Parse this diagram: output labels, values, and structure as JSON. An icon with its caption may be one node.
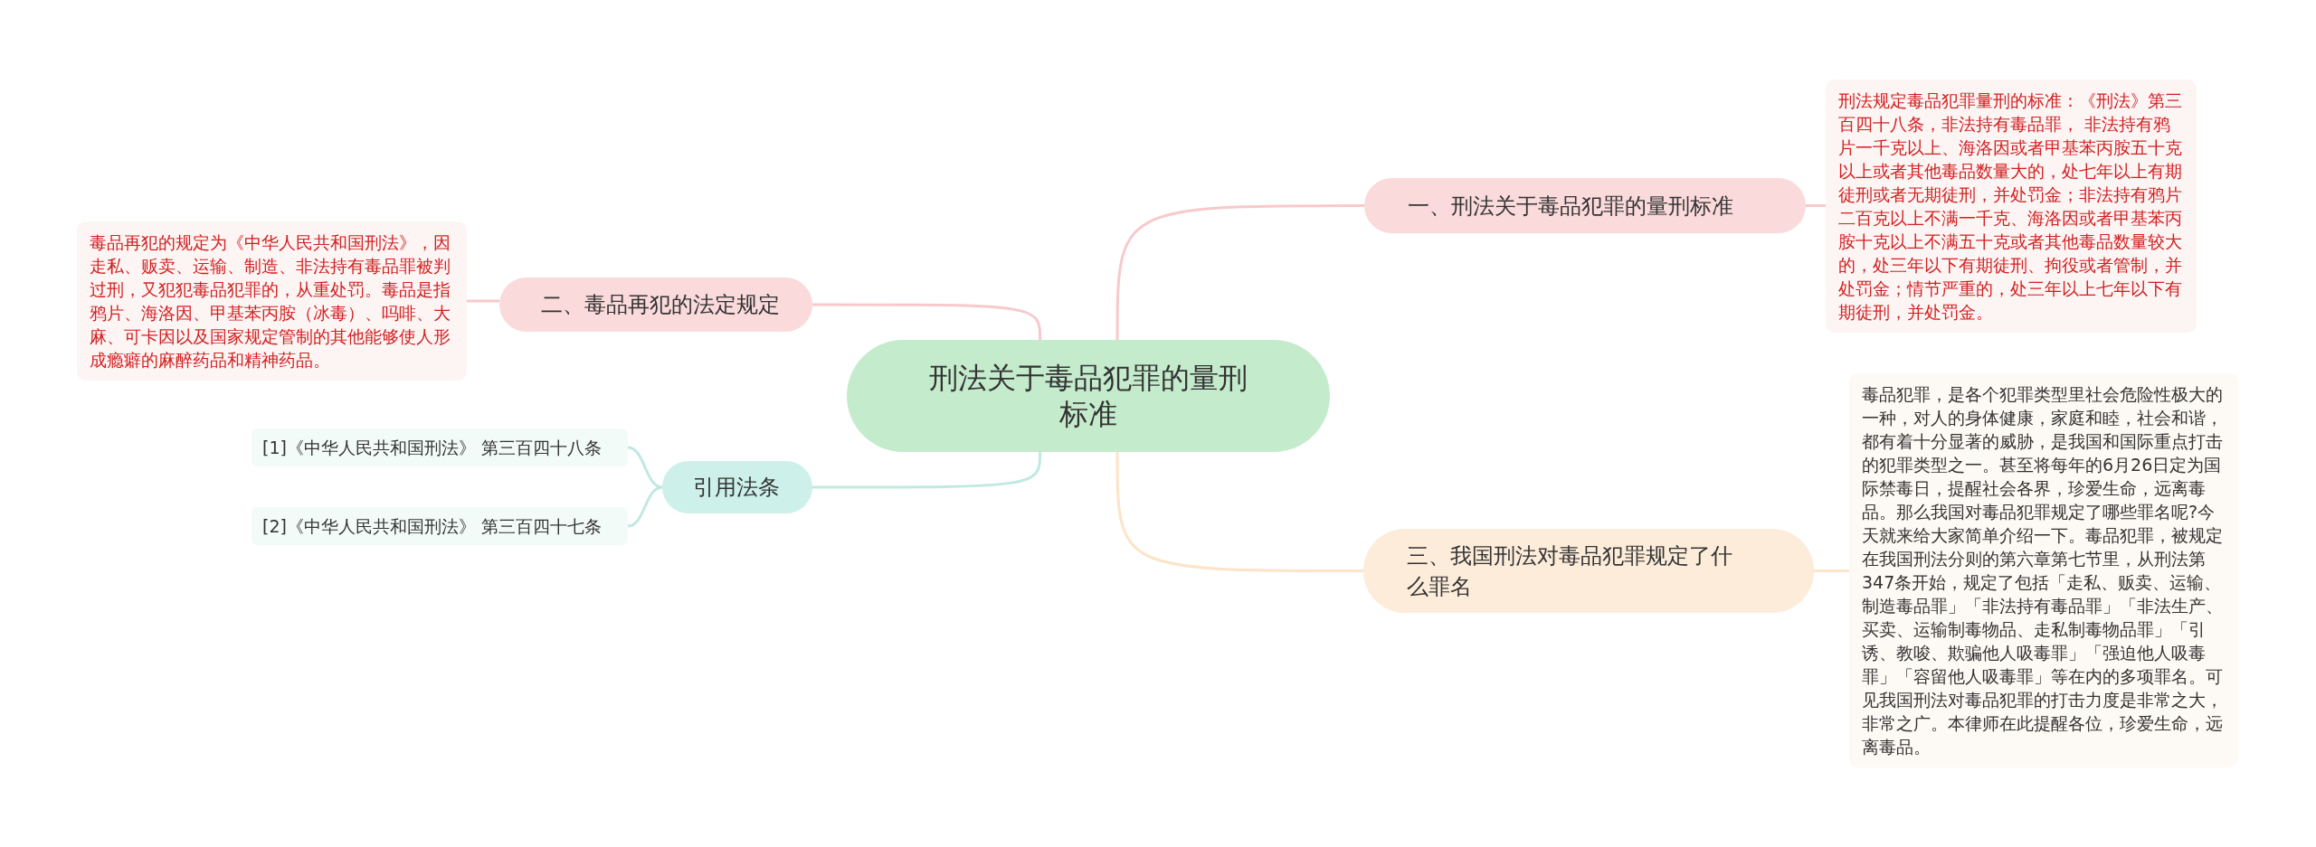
{
  "diagram": {
    "nodes": [
      {
        "text": [
          "刑法关于毒品犯罪的量刑标准"
        ]
      },
      {
        "text": [
          "一、刑法关于毒品犯罪的量刑标准"
        ]
      },
      {
        "text": [
          "刑法规定毒品犯罪量刑的标准：《刑法》第三百四十八条，非法持有毒品罪， 非法持有鸦片一千克以上、海洛因或者甲基苯丙胺五十克以上或者其他毒品数量大的，处七年以上有期徒刑或者无期徒刑，并处罚金；非法持有鸦片二百克以上不满一千克、海洛因或者甲基苯丙胺十克以上不满五十克或者其他毒品数量较大的，处三年以下有期徒刑、拘役或者管制，并处罚金；情节严重的，处三年以上七年以下有期徒刑，并处罚金。"
        ]
      },
      {
        "text": [
          "二、毒品再犯的法定规定"
        ]
      },
      {
        "text": [
          "毒品再犯的规定为《中华人民共和国刑法》，因走私、贩卖、运输、制造、非法持有毒品罪被判过刑，又犯犯毒品犯罪的，从重处罚。毒品是指鸦片、海洛因、甲基苯丙胺（冰毒）、吗啡、大麻、可卡因以及国家规定管制的其他能够使人形成瘾癖的麻醉药品和精神药品。"
        ]
      },
      {
        "text": [
          "引用法条"
        ]
      },
      {
        "text": [
          "[1]《中华人民共和国刑法》 第三百四十八条"
        ]
      },
      {
        "text": [
          "[2]《中华人民共和国刑法》 第三百四十七条"
        ]
      },
      {
        "text": [
          "三、我国刑法对毒品犯罪规定了什么罪名"
        ]
      },
      {
        "text": [
          "毒品犯罪，是各个犯罪类型里社会危险性极大的一种，对人的身体健康，家庭和睦，社会和谐，都有着十分显著的威胁，是我国和国际重点打击的犯罪类型之一。甚至将每年的6月26日定为国际禁毒日，提醒社会各界，珍爱生命，远离毒品。那么我国对毒品犯罪规定了哪些罪名呢?今天就来给大家简单介绍一下。毒品犯罪，被规定在我国刑法分则的第六章第七节里，从刑法第347条开始，规定了包括「走私、贩卖、运输、制造毒品罪」「非法持有毒品罪」「非法生产、买卖、运输制毒物品、走私制毒物品罪」「引诱、教唆、欺骗他人吸毒罪」「强迫他人吸毒罪」「容留他人吸毒罪」等在内的多项罪名。可见我国刑法对毒品犯罪的打击力度是非常之大，非常之广。本律师在此提醒各位，珍爱生命，远离毒品。"
        ]
      }
    ],
    "edges": [
      {
        "from": 0,
        "to": 1,
        "arrow": "none"
      },
      {
        "from": 1,
        "to": 2,
        "arrow": "none"
      },
      {
        "from": 0,
        "to": 3,
        "arrow": "none"
      },
      {
        "from": 3,
        "to": 4,
        "arrow": "none"
      },
      {
        "from": 0,
        "to": 5,
        "arrow": "none",
        "color": "#bfe9e1"
      },
      {
        "from": 5,
        "to": 6,
        "arrow": "none",
        "color": "#bfe9e1"
      },
      {
        "from": 5,
        "to": 7,
        "arrow": "none",
        "color": "#bfe9e1"
      },
      {
        "from": 0,
        "to": 8,
        "arrow": "none",
        "color": "#fde3c8"
      },
      {
        "from": 8,
        "to": 9,
        "arrow": "none",
        "color": "#fde3c8"
      }
    ]
  }
}
